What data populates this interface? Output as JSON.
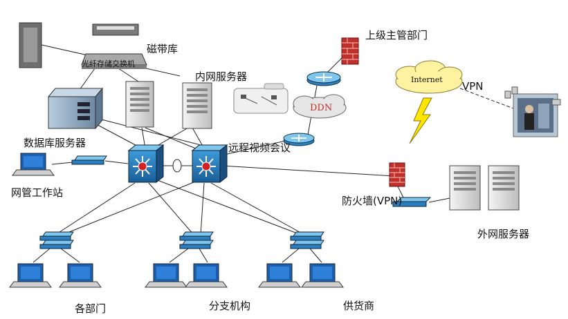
{
  "labels": {
    "tape_library": "磁带库",
    "fiber_switch": "光纤存储交换机",
    "intranet_servers": "内网服务器",
    "superior_dept": "上级主管部门",
    "ddn": "DDN",
    "internet": "Internet",
    "vpn": "VPN",
    "database_server": "数据库服务器",
    "video_conference": "远程视频会议",
    "network_workstation": "网管工作站",
    "firewall_vpn": "防火墙(VPN)",
    "external_servers": "外网服务器",
    "departments": "各部门",
    "branches": "分支机构",
    "suppliers": "供货商"
  },
  "colors": {
    "switch_blue": "#2a7fc0",
    "switch_top": "#7fc6ee",
    "core_dot": "#d42020",
    "firewall_red": "#c0302a",
    "cloud_yellow": "#fff2a0",
    "cloud_gray": "#e6e6e6",
    "link": "#222222",
    "server_gray": "#d9d9d9",
    "monitor_blue": "#1a5fb0"
  }
}
